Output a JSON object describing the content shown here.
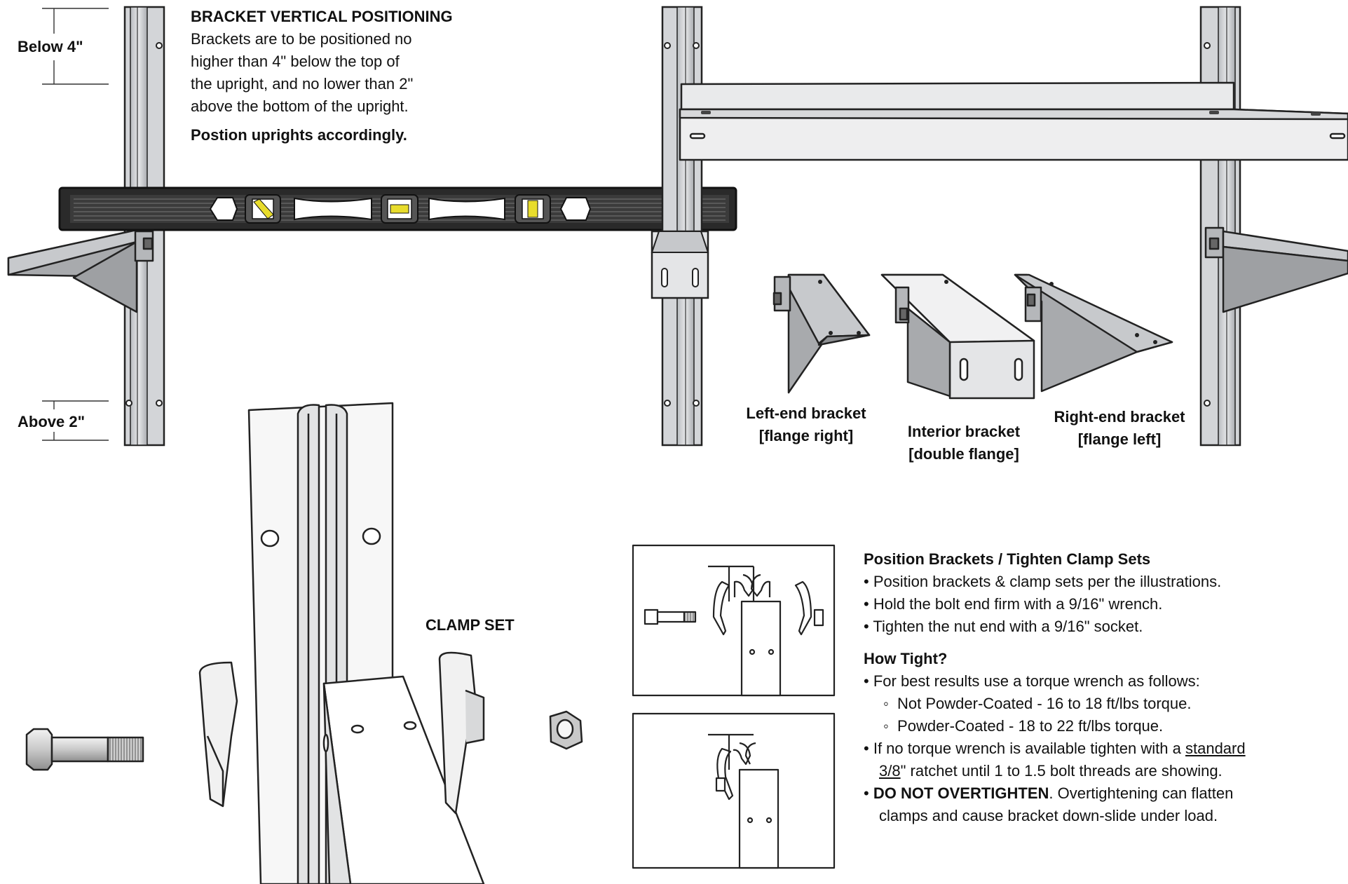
{
  "dimensions": {
    "top_label": "Below 4\"",
    "bottom_label": "Above 2\""
  },
  "vertical_positioning": {
    "heading": "BRACKET VERTICAL POSITIONING",
    "body_lines": [
      "Brackets are to be positioned no",
      "higher than 4\" below the top of",
      "the upright, and no lower than 2\"",
      "above the bottom of the upright."
    ],
    "note": "Postion uprights accordingly."
  },
  "bracket_types": [
    {
      "name": "Left-end bracket",
      "detail": "[flange right]"
    },
    {
      "name": "Interior bracket",
      "detail": "[double flange]"
    },
    {
      "name": "Right-end bracket",
      "detail": "[flange left]"
    }
  ],
  "clamp_label": "CLAMP SET",
  "instructions": {
    "heading": "Position Brackets / Tighten Clamp Sets",
    "steps": [
      "Position brackets & clamp sets per the illustrations.",
      "Hold the bolt end firm with a 9/16\" wrench.",
      "Tighten the nut end with a 9/16\" socket."
    ],
    "tight_heading": "How Tight?",
    "torque_intro": "For best results use a torque wrench as follows:",
    "torque_specs": [
      "Not Powder-Coated - 16 to 18 ft/lbs torque.",
      "Powder-Coated - 18 to 22 ft/lbs torque."
    ],
    "ratchet_pre": "If no torque wrench is available tighten with a ",
    "ratchet_u1": "standard",
    "ratchet_u2": "3/8",
    "ratchet_post": "\" ratchet until 1 to 1.5 bolt threads are showing.",
    "warning_bold": "DO NOT OVERTIGHTEN",
    "warning_rest1": ".  Overtightening can flatten",
    "warning_rest2": "clamps and cause bracket down-slide under load."
  },
  "icons": [
    "level-icon",
    "upright-icon",
    "bracket-icon",
    "bolt-icon",
    "nut-icon",
    "clamp-icon",
    "shelf-icon"
  ]
}
